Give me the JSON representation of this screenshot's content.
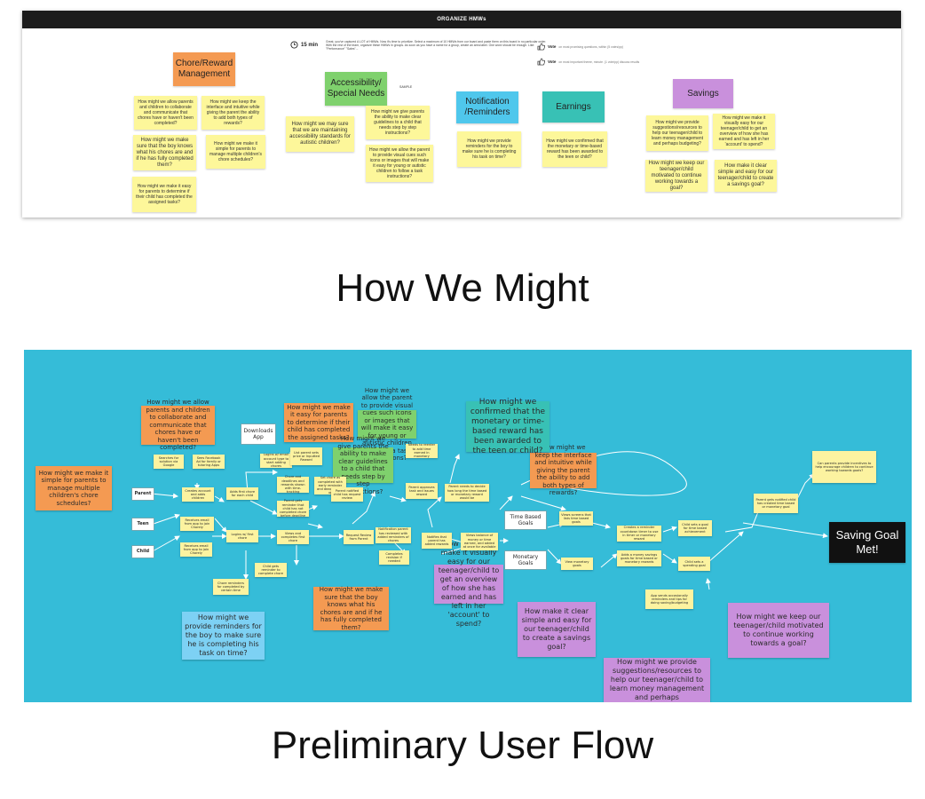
{
  "top_board": {
    "header": "ORGANIZE HMWs",
    "timer": "15 min",
    "instructions": "Great, you've captured A LOT of HMWs. Now it's time to prioritize. Select a maximum of 10 HMWs from our board and paste them on this board in no particular order. With the rest of the team, organize these HMWs in groups. As soon as you have a name for a group, create an area label. One word should be enough. Like: \"Performance\" \"Sales\"...",
    "vote1_label": "Vote",
    "vote1_note": "on most promising questions, within (5 votes/pp)",
    "vote2_label": "Vote",
    "vote2_note": "on most important theme, minute. (1 vote/pp) discuss results",
    "sample": "SAMPLE",
    "categories": [
      {
        "label": "Chore/Reward Management",
        "color": "#f49a52"
      },
      {
        "label": "Accessibility/ Special Needs",
        "color": "#7fd16d"
      },
      {
        "label": "Notification /Reminders",
        "color": "#4fc7ec"
      },
      {
        "label": "Earnings",
        "color": "#38c1b5"
      },
      {
        "label": "Savings",
        "color": "#c990dc"
      }
    ],
    "notes": [
      "How might we allow parents and children to collaborate and communicate that chores have or haven't been completed?",
      "How might we keep the interface and intuitive while giving the parent the ability to add both types of rewards?",
      "How might we make sure that the boy knows what his chores are and if he has fully completed them?",
      "How might we make it simple for parents to manage multiple children's chore schedules?",
      "How might we make it easy for parents to determine if their child has completed the assigned tasks?",
      "How might we may sure that we are maintaining accessibility standards for autistic children?",
      "How might we give parents the ability to make clear guidelines to a child that needs step by step instructions?",
      "How might we allow the parent to provide visual cues such icons or images that will make it easy for young or autistic children to follow a task instructions?",
      "How might we provide reminders for the boy to make sure he is completing his task on time?",
      "How might we confirmed that the monetary or time-based reward has been awarded to the teen or child?",
      "How might we provide suggestions/resources to help our teenager/child to learn money management and perhaps budgeting?",
      "How might we make it visually easy for our teenager/child to get an overview of how she has earned and has left in her 'account' to spend?",
      "How might we keep our teenager/child motivated to continue working towards a goal?",
      "How make it clear simple and easy for our teenager/child to create a savings goal?"
    ]
  },
  "captions": {
    "top": "How We Might",
    "bottom": "Preliminary User Flow"
  },
  "flow": {
    "orange_notes": [
      "How might we allow parents and children to collaborate and communicate that chores have or haven't been completed?",
      "How might we make it easy for parents to determine if their child has completed the assigned tasks?",
      "How might we make it simple for parents to manage multiple children's chore schedules?",
      "How might we keep the interface and intuitive while giving the parent the ability to add both types of rewards?",
      "How might we make sure that the boy knows what his chores are and if he has fully completed them?"
    ],
    "green_notes": [
      "How might we allow the parent to provide visual cues such icons or images that will make it easy for young or autistic children to follow a task instructions?",
      "How might we give parents the ability to make clear guidelines to a child that needs step by step instructions?"
    ],
    "teal_note": "How might we confirmed that the monetary or time-based reward has been awarded to the teen or child?",
    "blue_note": "How might we provide reminders for the boy to make sure he is completing his task on time?",
    "purple_notes": [
      "How might we make it visually easy for our teenager/child to get an overview of how she has earned and has left in her 'account' to spend?",
      "How make it clear simple and easy for our teenager/child to create a savings goal?",
      "How might we provide suggestions/resources to help our teenager/child to learn money management and perhaps",
      "How might we keep our teenager/child motivated to continue working towards a goal?"
    ],
    "roles": [
      "Parent",
      "Teen",
      "Child"
    ],
    "white_nodes": {
      "downloads": "Downloads App",
      "time_goals": "Time Based Goals",
      "monetary_goals": "Monetary Goals"
    },
    "yellow_nodes": [
      "Searches for solution via Google",
      "Sees Facebook Ad for family or tutoring Apps",
      "Creates account and adds children",
      "Receives email from app to join Chorely",
      "Receives email from app to join Chorely",
      "Logins w/ first chore",
      "Logins w/ email account type to start adding chores",
      "Adds first chore for each child",
      "List parent sets price or Inputted Reward",
      "Views and completes first chore",
      "Child gets reminder to complete chore",
      "Chore reminders for completed by certain time",
      "Chore and deadlines and rewards shown with time-tracking",
      "Parent gets reminder that child has not completed chore before deadline",
      "Set chore as completed with early reminder and deadline set up",
      "Request Review from Parent",
      "Parent notified child has request review",
      "Notification parent has reviewed with added reminders of chores",
      "Completes revision if needed",
      "Parent approves task and issues reward",
      "Needs to reenter to add time earned in monetary",
      "Notifies that parent has added rewards",
      "Parent needs to decide how long the time based or monetary reward would be",
      "Views balance of money or time earned, and added at once for available",
      "Views screens that lists time based goals",
      "View monetary goals",
      "Creates a reminder countdown timer to use in timer or monetary reward",
      "Adds a money savings goals for time based or monetary rewards",
      "Child sets a goal for time based achievement",
      "Child sets a spending goal",
      "Parent gets notified child has created time based or monetary goal",
      "Can parents provide incentives to help encourage children to continue working towards goals?",
      "App sends occasionally reminders and tips for doing saving/budgeting"
    ],
    "goal": "Saving Goal Met!"
  }
}
